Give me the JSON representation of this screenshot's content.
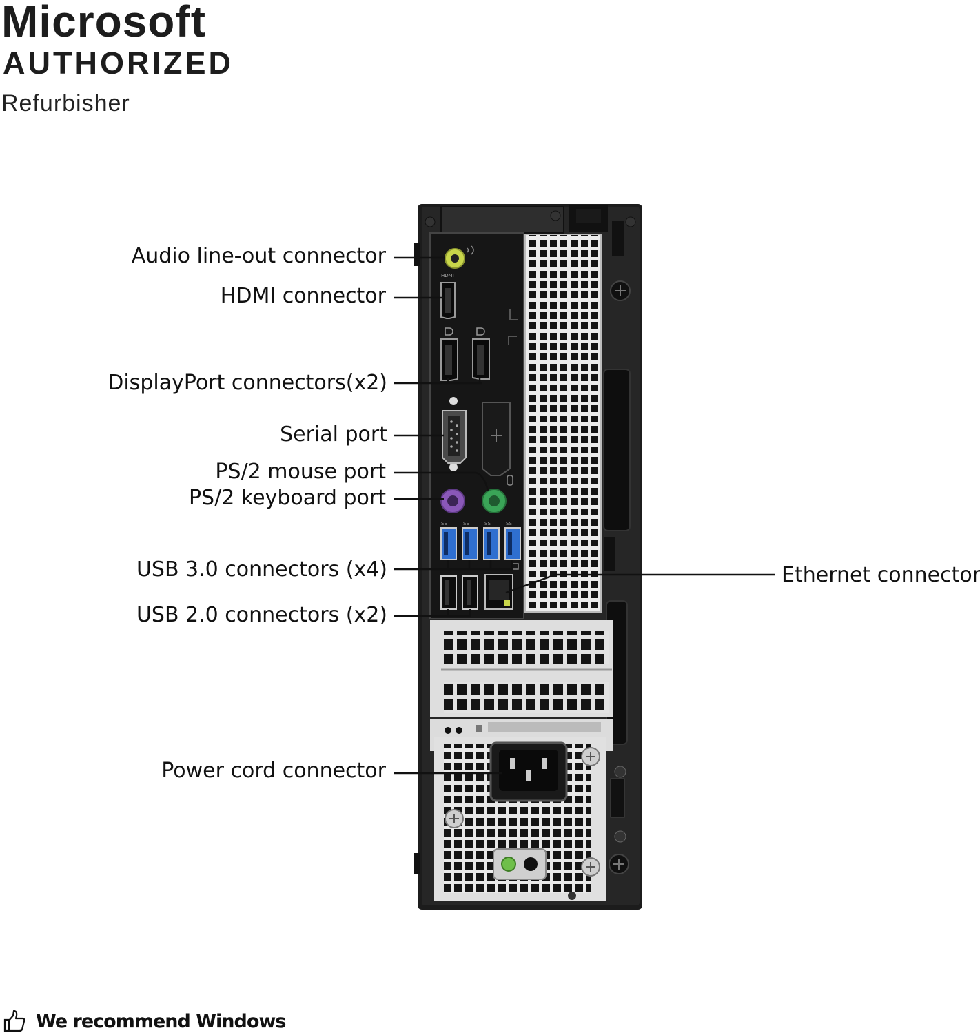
{
  "badge": {
    "line1": "Microsoft",
    "line2": "AUTHORIZED",
    "line3": "Refurbisher"
  },
  "labels": {
    "audio": "Audio line-out connector",
    "hdmi": "HDMI connector",
    "displayport": "DisplayPort connectors(x2)",
    "serial": "Serial port",
    "ps2_mouse": "PS/2 mouse port",
    "ps2_keyboard": "PS/2 keyboard port",
    "usb3": "USB 3.0 connectors (x4)",
    "usb2": "USB 2.0 connectors (x2)",
    "power": "Power cord connector",
    "ethernet": "Ethernet connector"
  },
  "footer": {
    "text": "We recommend Windows",
    "icon": "thumbs-up-icon"
  },
  "colors": {
    "case": "#1c1c1c",
    "io_panel": "#161616",
    "audio_jack": "#c8d64a",
    "ps2_mouse": "#3aa457",
    "ps2_keyboard": "#8a58b8",
    "usb3": "#2f6fd0",
    "vent_metal": "#e6e6e6"
  },
  "port_markings": {
    "hdmi": "HDMI",
    "usb3": "SS"
  }
}
